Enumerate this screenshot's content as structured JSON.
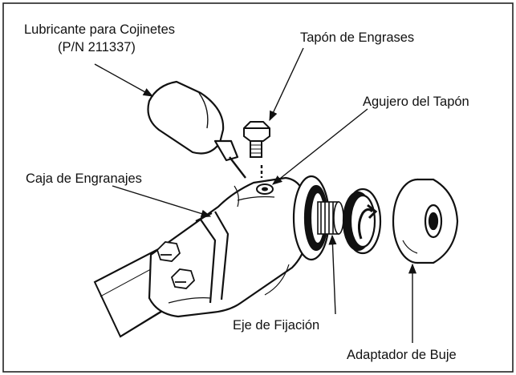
{
  "labels": {
    "lubricant_line1": "Lubricante para Cojinetes",
    "lubricant_line2": "(P/N 211337)",
    "grease_plug": "Tapón de Engrases",
    "plug_hole": "Agujero del Tapón",
    "gearbox": "Caja de Engranajes",
    "locking_shaft": "Eje de Fijación",
    "hub_adapter": "Adaptador de Buje"
  }
}
